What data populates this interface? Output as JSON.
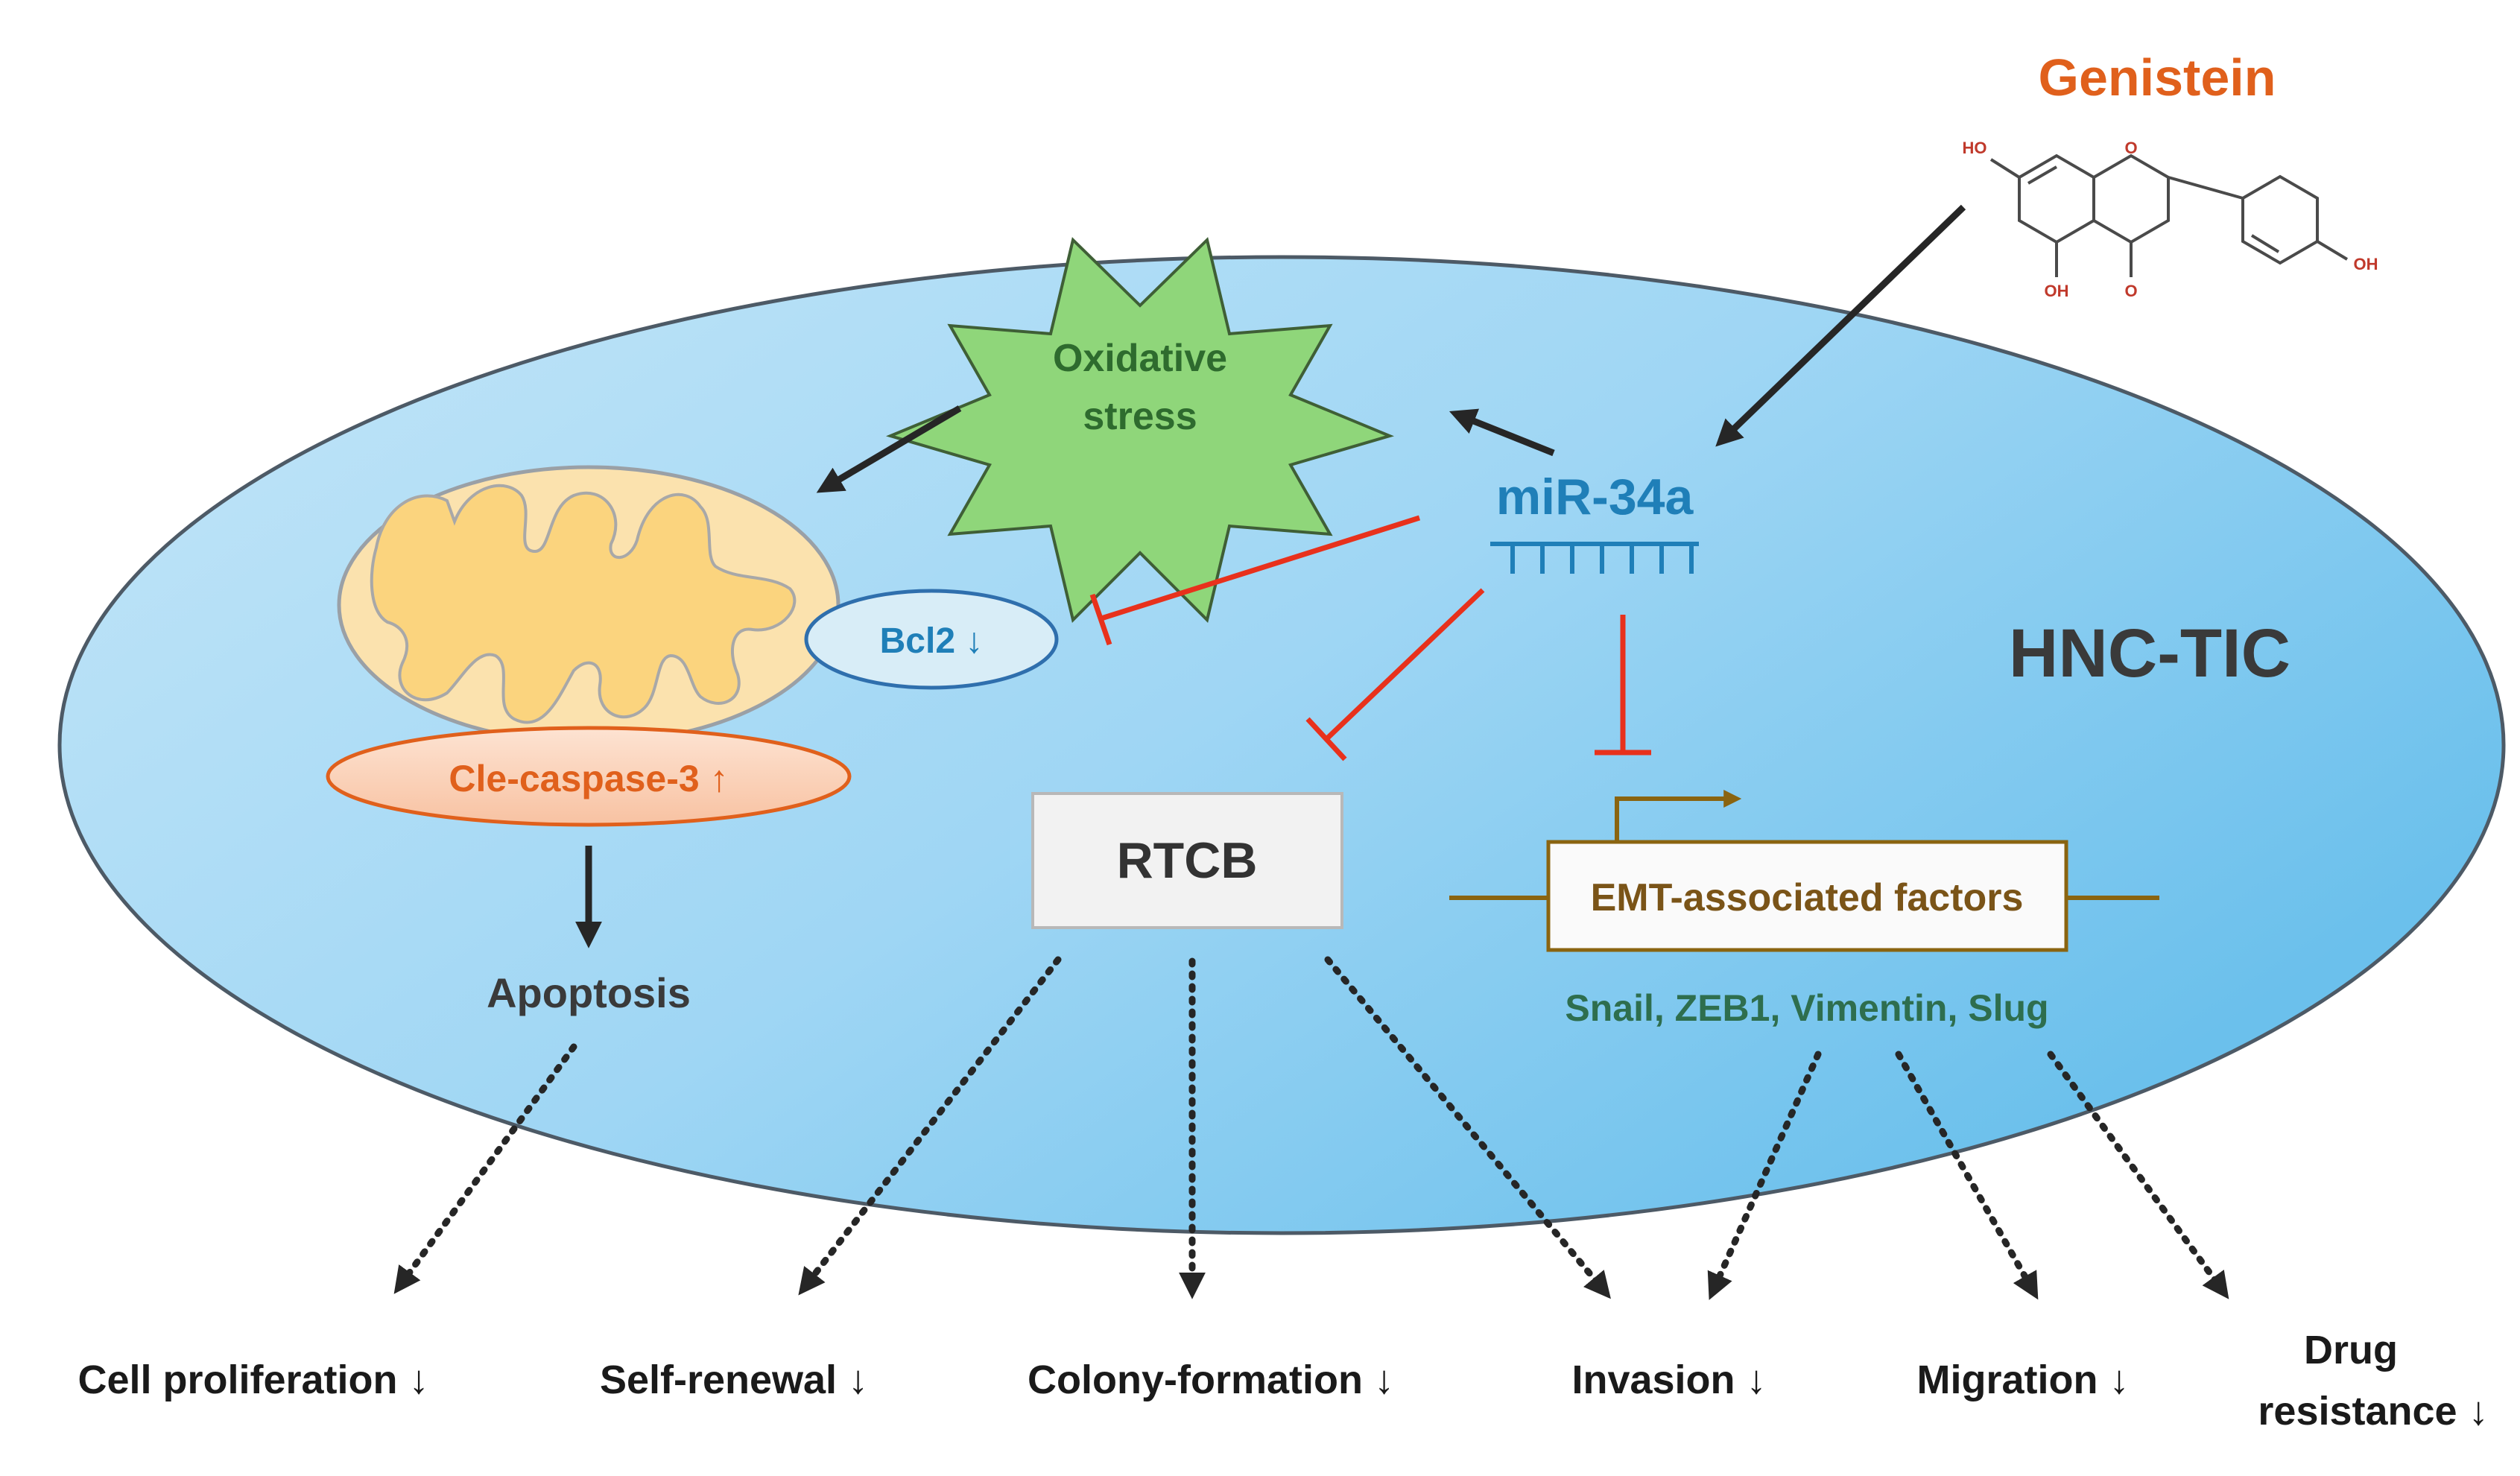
{
  "title": "Genistein",
  "cell_label": "HNC-TIC",
  "oxidative_stress": [
    "Oxidative",
    "stress"
  ],
  "mirna": "miR-34a",
  "bcl2": "Bcl2 ↓",
  "caspase": "Cle-caspase-3 ↑",
  "apoptosis": "Apoptosis",
  "rtcb": "RTCB",
  "emt": "EMT-associated factors",
  "emt_genes": "Snail, ZEB1, Vimentin, Slug",
  "molecule": {
    "oh1": "HO",
    "oh2": "OH",
    "oh3": "OH",
    "o_ring": "O",
    "o_keto": "O"
  },
  "outcomes": {
    "cell_proliferation": "Cell proliferation ↓",
    "self_renewal": "Self-renewal ↓",
    "colony_formation": "Colony-formation ↓",
    "invasion": "Invasion ↓",
    "migration": "Migration ↓",
    "drug_resistance": [
      "Drug",
      "resistance ↓"
    ]
  },
  "colors": {
    "genistein": "#e0601c",
    "mirna": "#1f7fb8",
    "inhibition": "#e8311c",
    "emt_text": "#7a5418",
    "emt_genes": "#2e6e4e",
    "oxidative_fill": "#8fd67a"
  }
}
